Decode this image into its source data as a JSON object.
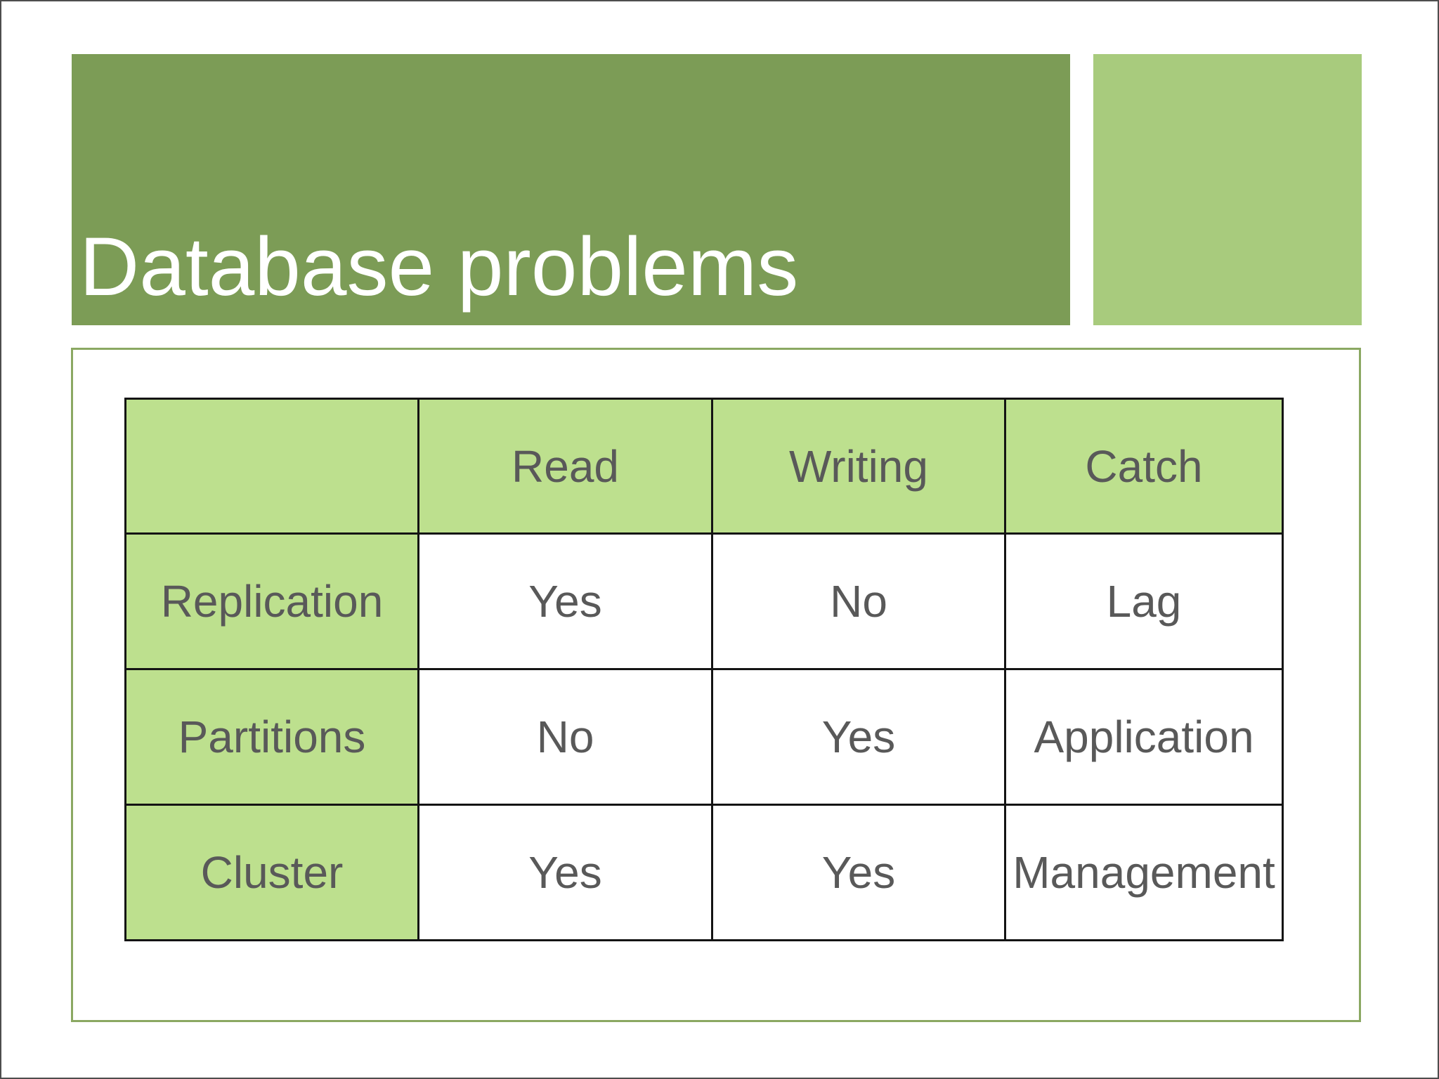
{
  "slide": {
    "title": "Database problems"
  },
  "table": {
    "columns": [
      "",
      "Read",
      "Writing",
      "Catch"
    ],
    "rows": [
      {
        "label": "Replication",
        "values": [
          "Yes",
          "No",
          "Lag"
        ]
      },
      {
        "label": "Partitions",
        "values": [
          "No",
          "Yes",
          "Application"
        ]
      },
      {
        "label": "Cluster",
        "values": [
          "Yes",
          "Yes",
          "Management"
        ]
      }
    ]
  },
  "colors": {
    "banner_green": "#7c9c56",
    "accent_square_green": "#a8cb7d",
    "table_header_green": "#bde08e",
    "content_border_green": "#8ba862",
    "table_border_black": "#141414",
    "text_gray": "#595959",
    "title_white": "#ffffff",
    "outer_frame_gray": "#4d4d4d"
  }
}
